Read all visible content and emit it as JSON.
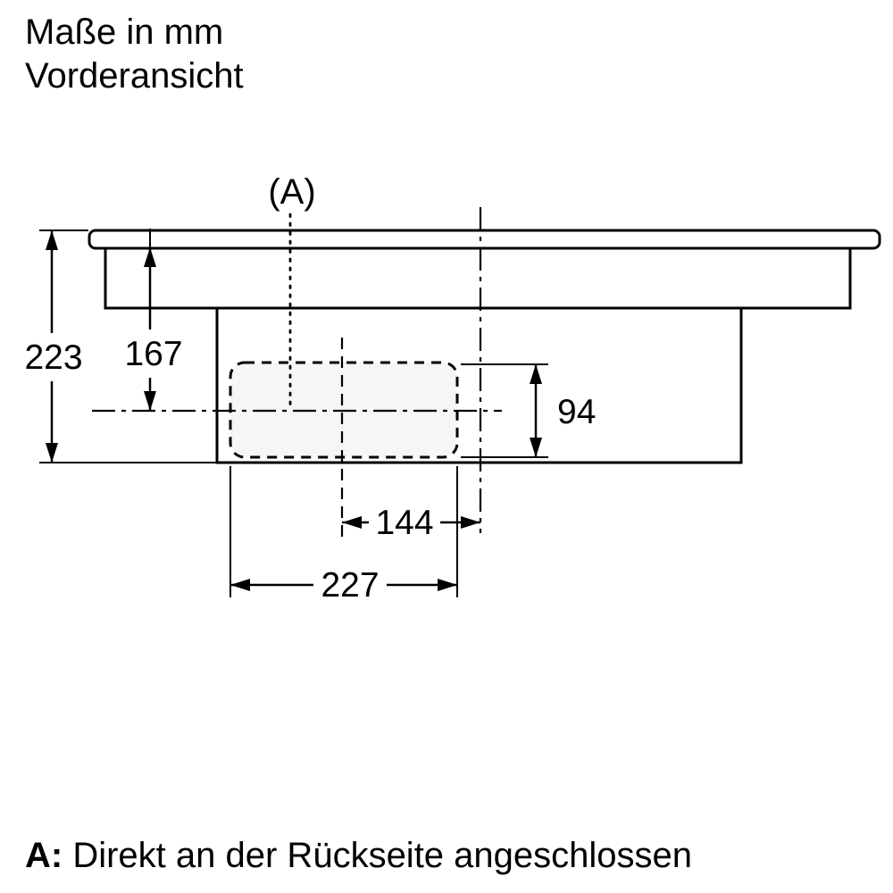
{
  "title": {
    "line1": "Maße in mm",
    "line2": "Vorderansicht"
  },
  "callout": {
    "label": "(A)"
  },
  "dimensions": {
    "overall_height": "223",
    "top_to_outlet_center": "167",
    "outlet_height": "94",
    "outlet_center_to_rear_axis": "144",
    "outlet_width": "227"
  },
  "footnote": {
    "prefix": "A:",
    "text": " Direkt an der Rückseite angeschlossen"
  },
  "colors": {
    "line": "#000000",
    "outlet_fill": "#f6f6f6",
    "background": "#ffffff"
  }
}
